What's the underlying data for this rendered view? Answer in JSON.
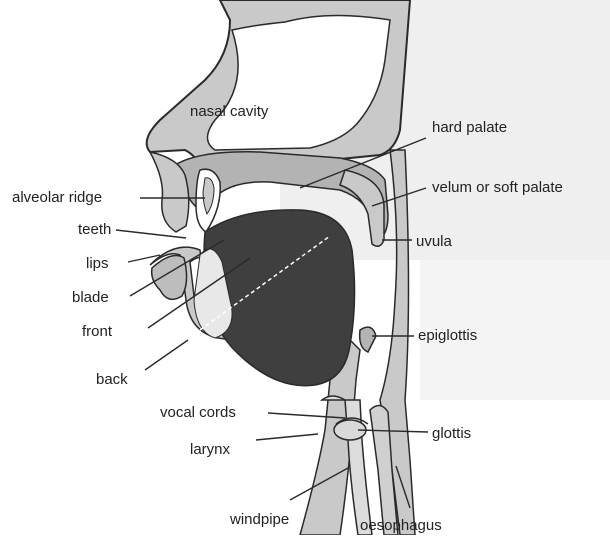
{
  "labels": {
    "nasal_cavity": "nasal cavity",
    "hard_palate": "hard palate",
    "velum": "velum or soft palate",
    "alveolar_ridge": "alveolar ridge",
    "uvula": "uvula",
    "teeth": "teeth",
    "lips": "lips",
    "blade": "blade",
    "front": "front",
    "epiglottis": "epiglottis",
    "back": "back",
    "vocal_cords": "vocal cords",
    "glottis": "glottis",
    "larynx": "larynx",
    "windpipe": "windpipe",
    "oesophagus": "oesophagus"
  },
  "colors": {
    "tissue": "#c9c9c9",
    "tissue_dark": "#b3b3b3",
    "tongue": "#3f3f3f",
    "outline": "#2a2a2a",
    "background_grey": "#ececec",
    "text": "#222222"
  }
}
